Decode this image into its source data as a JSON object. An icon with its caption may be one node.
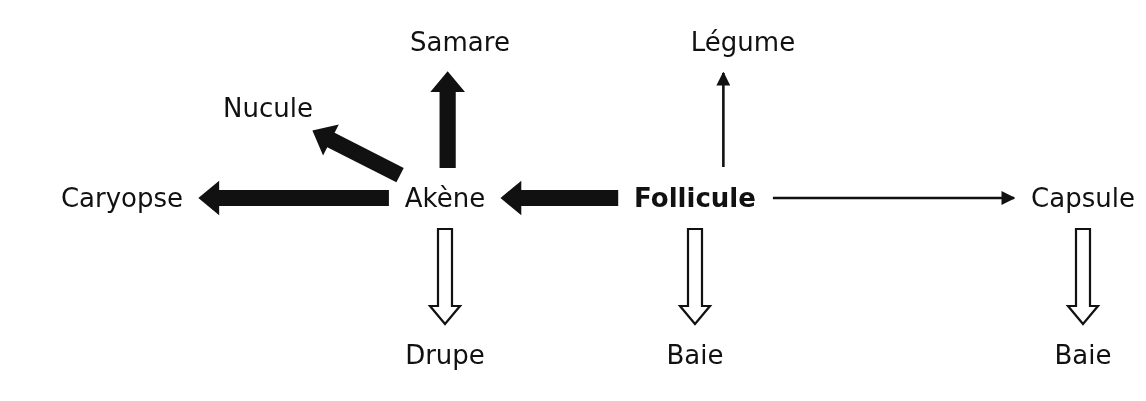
{
  "diagram": {
    "nodes": [
      {
        "text": [
          "Samare"
        ]
      },
      {
        "text": [
          "Légume"
        ]
      },
      {
        "text": [
          "Nucule"
        ]
      },
      {
        "text": [
          "Caryopse"
        ]
      },
      {
        "text": [
          "Akène"
        ]
      },
      {
        "text": [
          "Follicule"
        ]
      },
      {
        "text": [
          "Capsule"
        ]
      },
      {
        "text": [
          "Drupe"
        ]
      },
      {
        "text": [
          "Baie"
        ]
      },
      {
        "text": [
          "Baie"
        ]
      }
    ],
    "edges": [
      {
        "from": 4,
        "to": 0,
        "arrow": "to",
        "style": "thick"
      },
      {
        "from": 5,
        "to": 1,
        "arrow": "to"
      },
      {
        "from": 4,
        "to": 2,
        "arrow": "to",
        "style": "thick"
      },
      {
        "from": 4,
        "to": 3,
        "arrow": "to",
        "style": "thick"
      },
      {
        "from": 5,
        "to": 4,
        "arrow": "to",
        "style": "thick"
      },
      {
        "from": 5,
        "to": 6,
        "arrow": "to"
      },
      {
        "from": 4,
        "to": 7,
        "arrow": "to",
        "style": "thick",
        "color": "#ffffff"
      },
      {
        "from": 5,
        "to": 8,
        "arrow": "to",
        "style": "thick",
        "color": "#ffffff"
      },
      {
        "from": 6,
        "to": 9,
        "arrow": "to",
        "style": "thick",
        "color": "#ffffff"
      }
    ]
  }
}
